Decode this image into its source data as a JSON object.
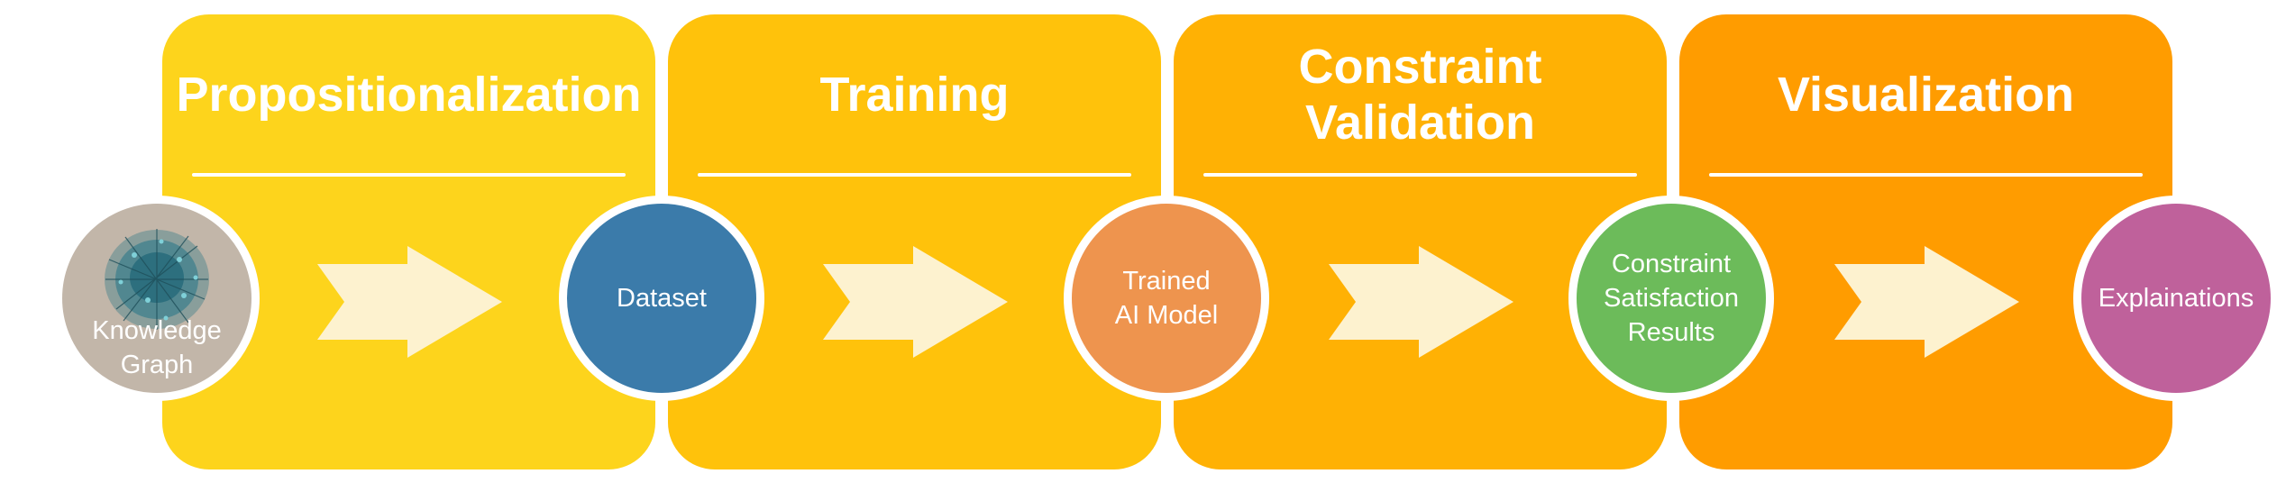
{
  "phases": [
    {
      "title": "Propositionalization",
      "color": "#FDD41C"
    },
    {
      "title": "Training",
      "color": "#FFC20B"
    },
    {
      "title": "Constraint\nValidation",
      "color": "#FFB104"
    },
    {
      "title": "Visualization",
      "color": "#FF9C00"
    }
  ],
  "nodes": [
    {
      "label": "Knowledge\nGraph",
      "color": "#C2B6A9",
      "icon": "knowledge-graph-icon"
    },
    {
      "label": "Dataset",
      "color": "#3B7BAA"
    },
    {
      "label": "Trained\nAI Model",
      "color": "#EE944E"
    },
    {
      "label": "Constraint\nSatisfaction\nResults",
      "color": "#6CBB5A"
    },
    {
      "label": "Explainations",
      "color": "#BF619B"
    }
  ],
  "arrow_color": "#FDF2CF"
}
